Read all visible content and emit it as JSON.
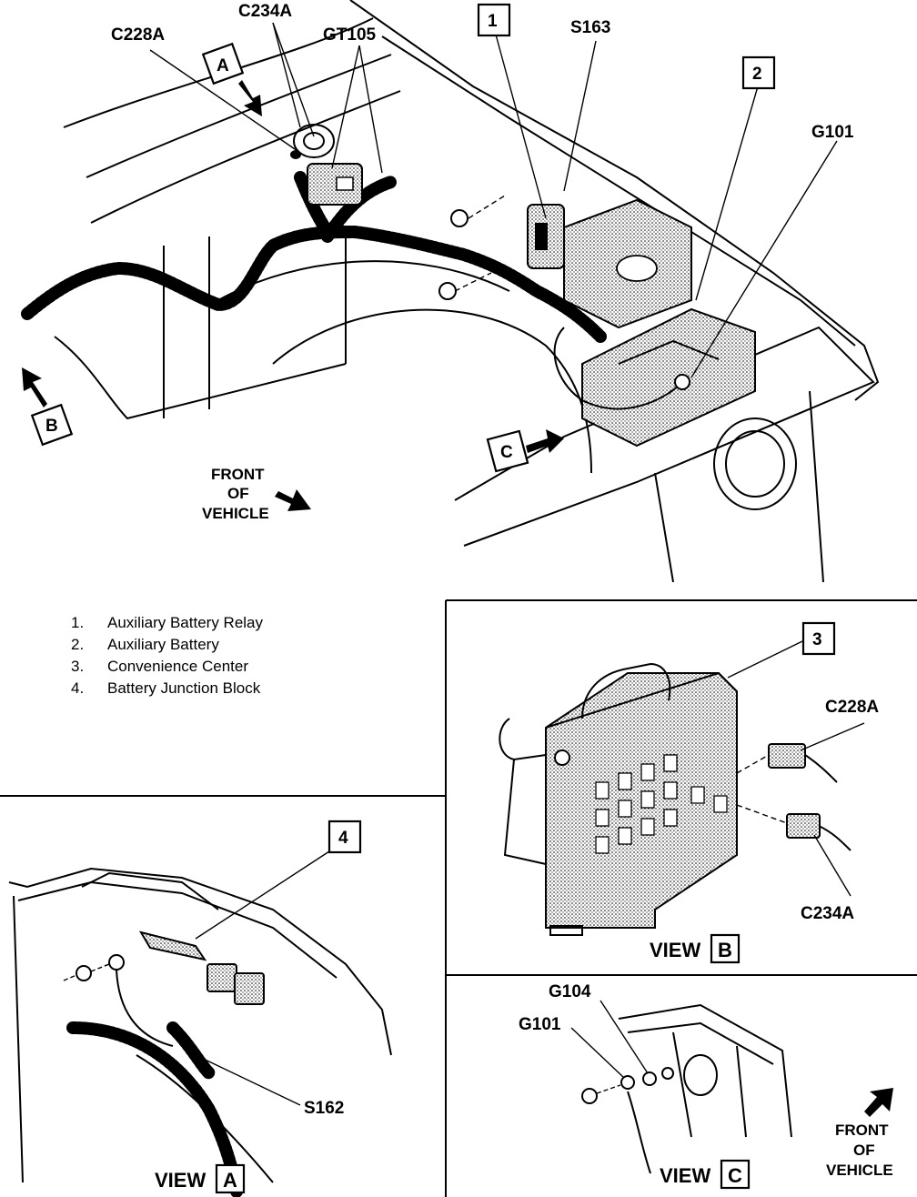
{
  "main_view": {
    "callouts": {
      "c228a": "C228A",
      "c234a": "C234A",
      "gt105": "GT105",
      "s163": "S163",
      "g101": "G101"
    },
    "numbered_boxes": [
      "1",
      "2"
    ],
    "view_refs": [
      "A",
      "B",
      "C"
    ],
    "front_of_vehicle": [
      "FRONT",
      "OF",
      "VEHICLE"
    ]
  },
  "legend": [
    {
      "num": "1.",
      "text": "Auxiliary Battery Relay"
    },
    {
      "num": "2.",
      "text": "Auxiliary Battery"
    },
    {
      "num": "3.",
      "text": "Convenience Center"
    },
    {
      "num": "4.",
      "text": "Battery Junction Block"
    }
  ],
  "view_a": {
    "title": "VIEW",
    "letter": "A",
    "box": "4",
    "callout": "S162"
  },
  "view_b": {
    "title": "VIEW",
    "letter": "B",
    "box": "3",
    "callouts": {
      "c228a": "C228A",
      "c234a": "C234A"
    }
  },
  "view_c": {
    "title": "VIEW",
    "letter": "C",
    "callouts": {
      "g104": "G104",
      "g101": "G101"
    },
    "front_of_vehicle": [
      "FRONT",
      "OF",
      "VEHICLE"
    ]
  }
}
